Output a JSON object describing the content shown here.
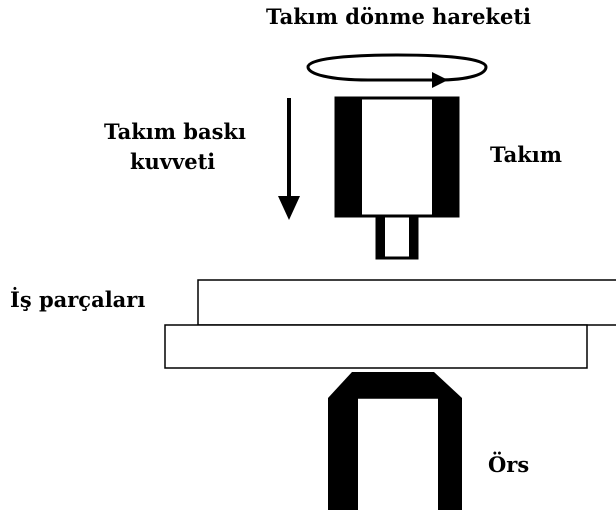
{
  "labels": {
    "rotation": "Takım dönme hareketi",
    "force_line1": "Takım baskı",
    "force_line2": "kuvveti",
    "tool": "Takım",
    "workpieces": "İş parçaları",
    "anvil": "Örs"
  },
  "colors": {
    "ink": "#000000",
    "paper": "#ffffff"
  }
}
